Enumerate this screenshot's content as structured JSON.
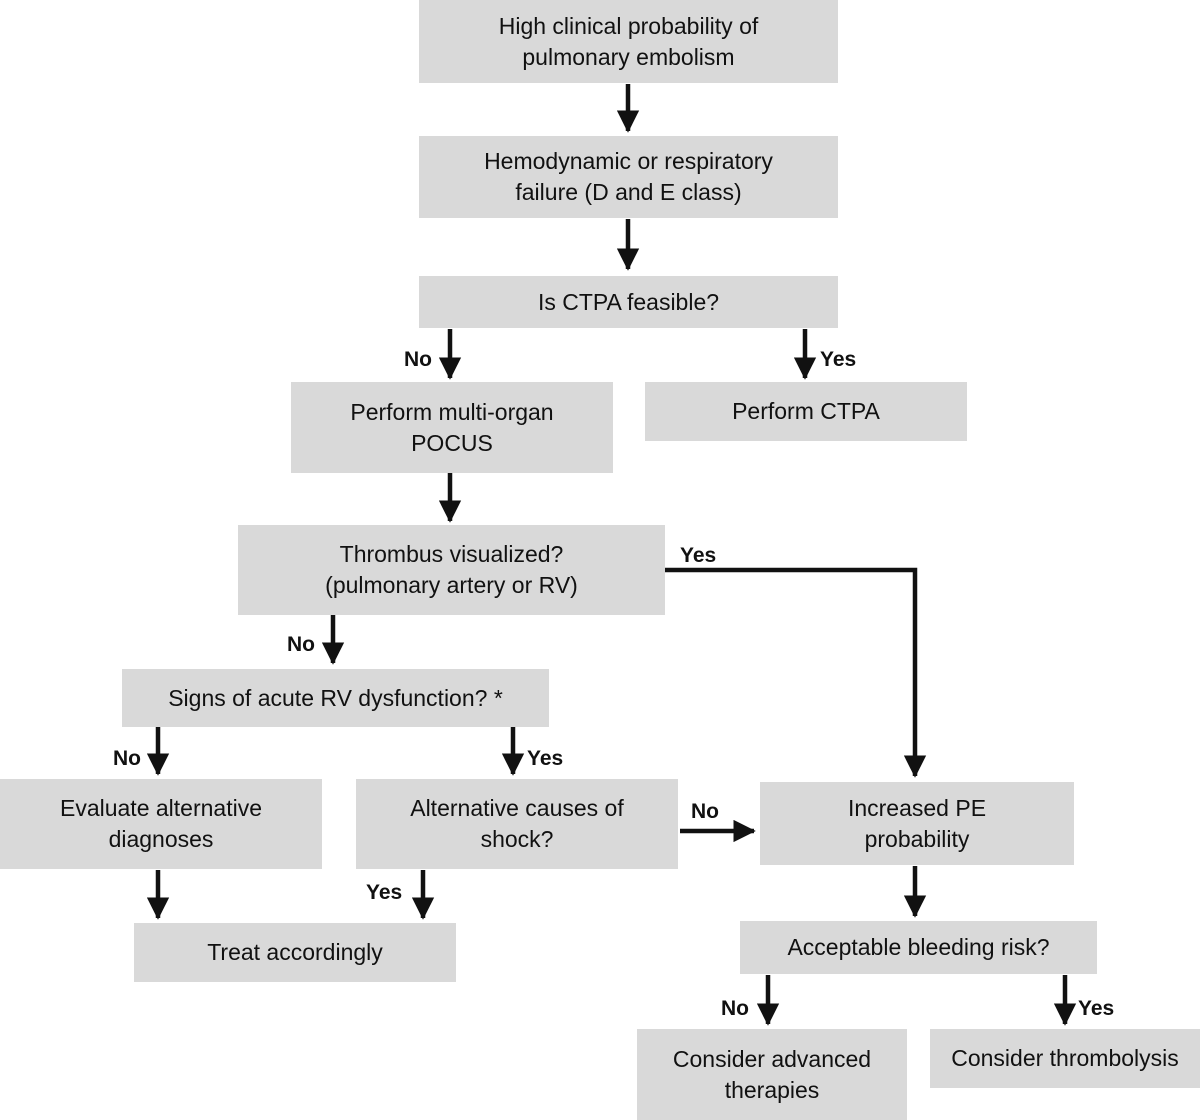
{
  "nodes": {
    "n1": "High clinical probability of pulmonary embolism",
    "n2": "Hemodynamic or respiratory failure (D and E class)",
    "n3": "Is CTPA feasible?",
    "n4": "Perform multi-organ POCUS",
    "n5": "Perform CTPA",
    "n6": "Thrombus visualized? (pulmonary artery or RV)",
    "n7": "Signs of acute RV dysfunction? *",
    "n8": "Evaluate alternative diagnoses",
    "n9": "Alternative causes of shock?",
    "n10": "Increased PE probability",
    "n11": "Treat accordingly",
    "n12": "Acceptable bleeding risk?",
    "n13": "Consider advanced therapies",
    "n14": "Consider thrombolysis"
  },
  "edge_labels": {
    "n3_no": "No",
    "n3_yes": "Yes",
    "n6_yes": "Yes",
    "n6_no": "No",
    "n7_no": "No",
    "n7_yes": "Yes",
    "n9_no": "No",
    "n9_yes": "Yes",
    "n12_no": "No",
    "n12_yes": "Yes"
  }
}
